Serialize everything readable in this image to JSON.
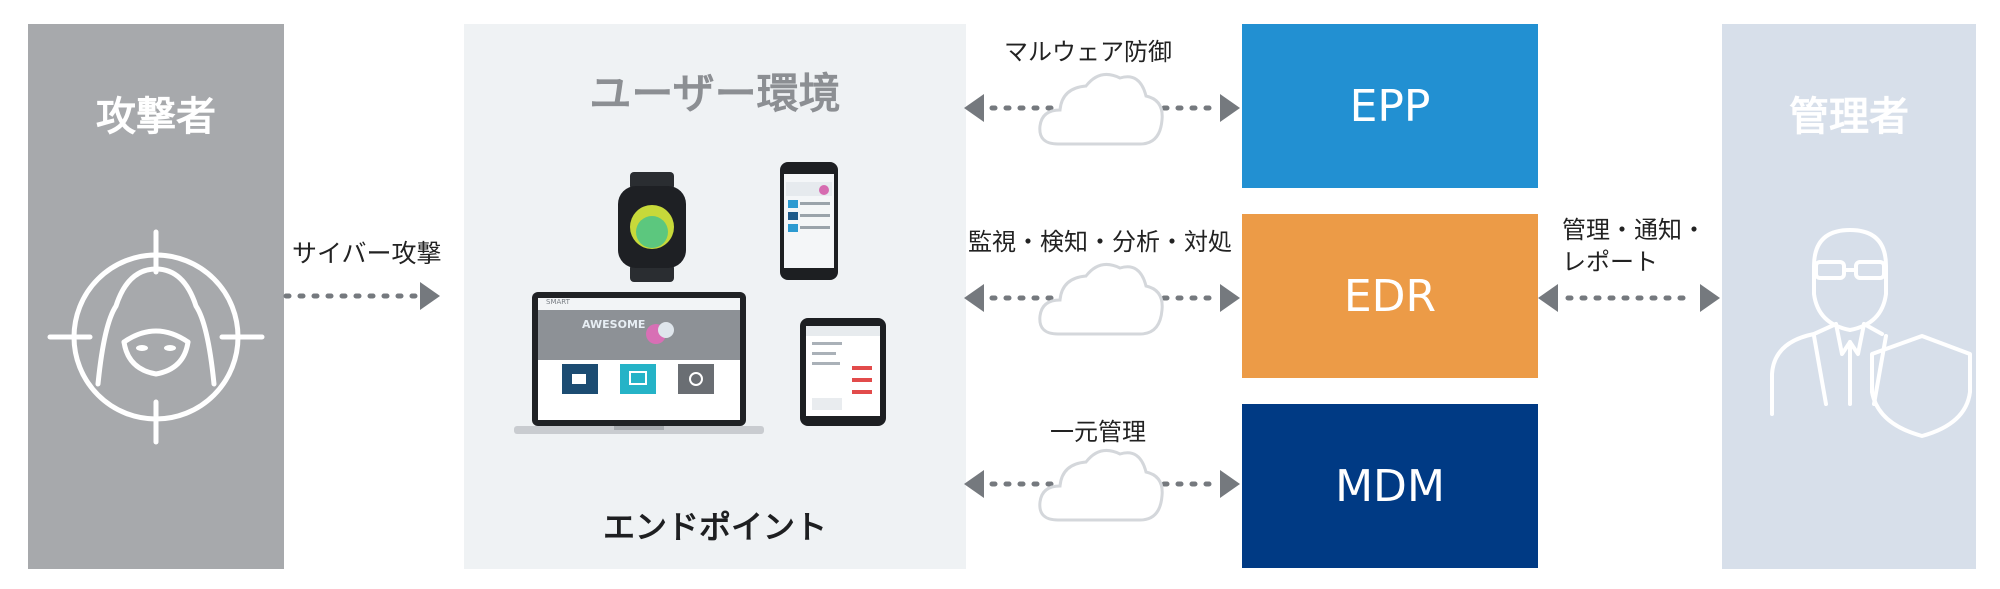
{
  "attacker": {
    "title": "攻撃者",
    "bg": "#a7a9ac",
    "fg": "#ffffff"
  },
  "user_env": {
    "title": "ユーザー環境",
    "caption": "エンドポイント",
    "bg": "#eff2f4"
  },
  "admin": {
    "title": "管理者",
    "bg": "#d7dfea",
    "fg": "#ffffff"
  },
  "products": [
    {
      "name": "EPP",
      "color": "#2290d2",
      "link_label": "マルウェア防御"
    },
    {
      "name": "EDR",
      "color": "#ec9b47",
      "link_label": "監視・検知・分析・対処"
    },
    {
      "name": "MDM",
      "color": "#003a84",
      "link_label": "一元管理"
    }
  ],
  "attack_label": "サイバー攻撃",
  "admin_link_label": {
    "line1": "管理・通知・",
    "line2": "レポート"
  },
  "device_screens": {
    "laptop_hero": "AWESOME",
    "laptop_brand": "SMART"
  }
}
